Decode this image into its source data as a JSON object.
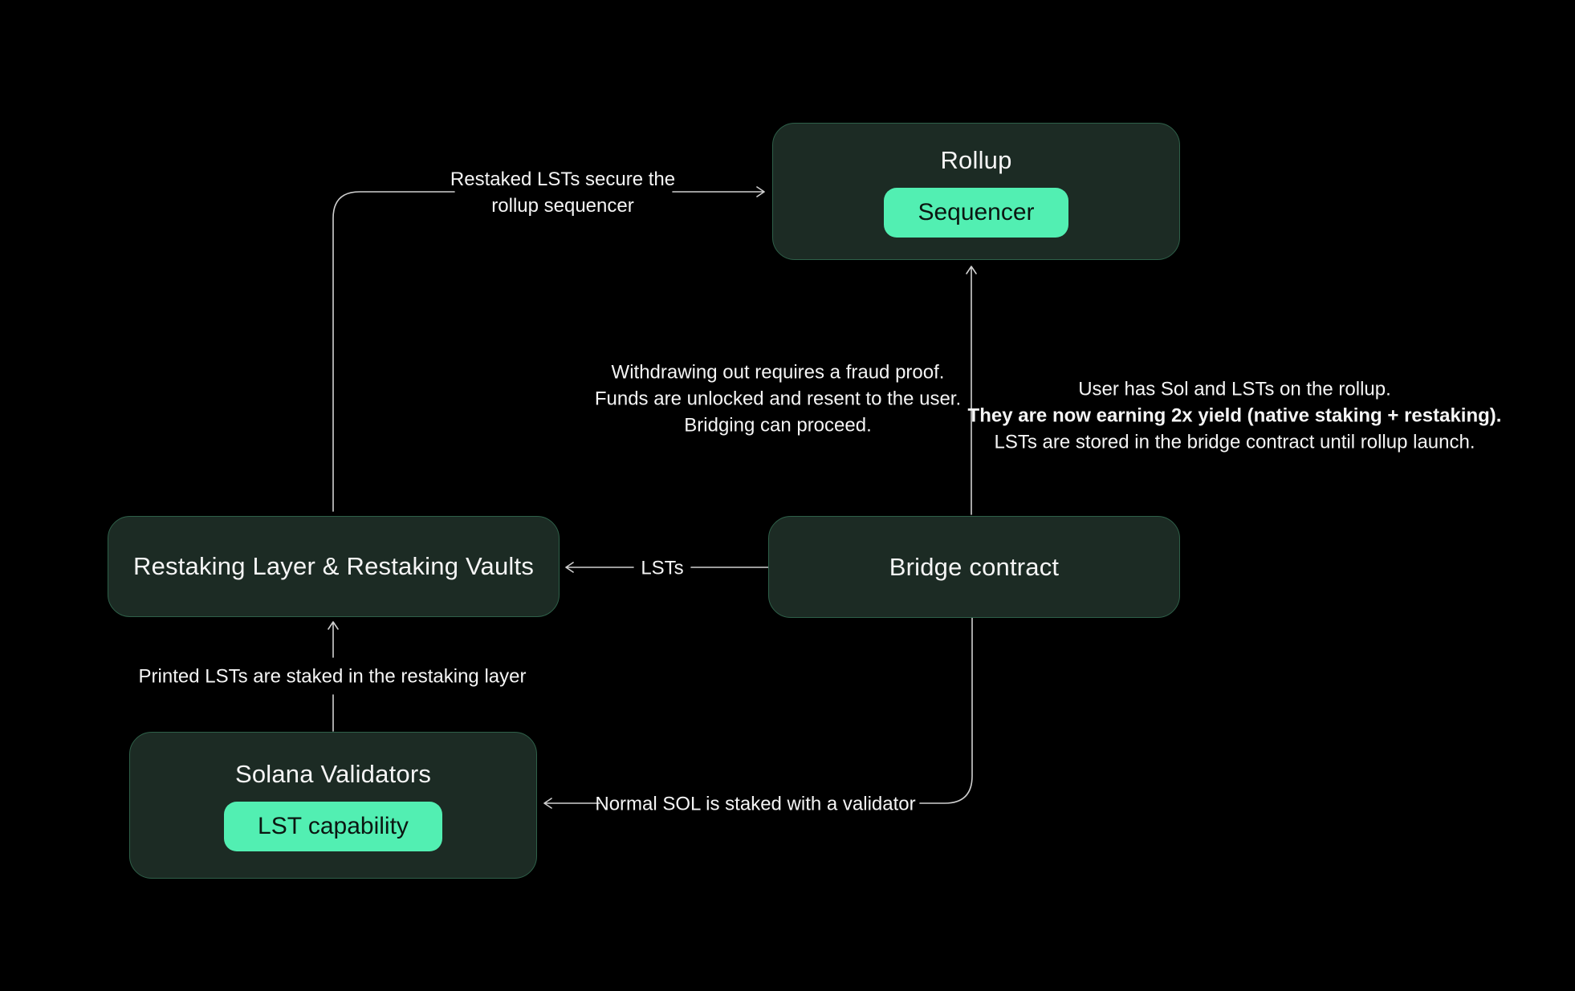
{
  "colors": {
    "bg": "#000000",
    "node_fill": "#1c2b24",
    "node_border": "#2e6049",
    "accent": "#52efb2",
    "accent_text": "#0b1611",
    "text": "#f5f5f5",
    "line": "#cfcfcf"
  },
  "nodes": {
    "rollup": {
      "label": "Rollup",
      "badge": "Sequencer"
    },
    "restaking": {
      "label": "Restaking Layer & Restaking Vaults"
    },
    "bridge": {
      "label": "Bridge contract"
    },
    "solana": {
      "label": "Solana Validators",
      "badge": "LST capability"
    }
  },
  "annotations": {
    "restaked": {
      "line1": "Restaked LSTs secure the",
      "line2": "rollup sequencer"
    },
    "withdraw": {
      "line1": "Withdrawing out requires a fraud proof.",
      "line2": "Funds are unlocked and resent to the user.",
      "line3": "Bridging can proceed."
    },
    "user": {
      "line1": "User has Sol and LSTs on the rollup.",
      "line2": "They are now earning 2x yield (native staking + restaking).",
      "line3": "LSTs are stored in the bridge contract until rollup launch."
    },
    "lsts": "LSTs",
    "printed": "Printed LSTs are staked in the restaking layer",
    "normal": "Normal SOL is staked with a validator"
  }
}
